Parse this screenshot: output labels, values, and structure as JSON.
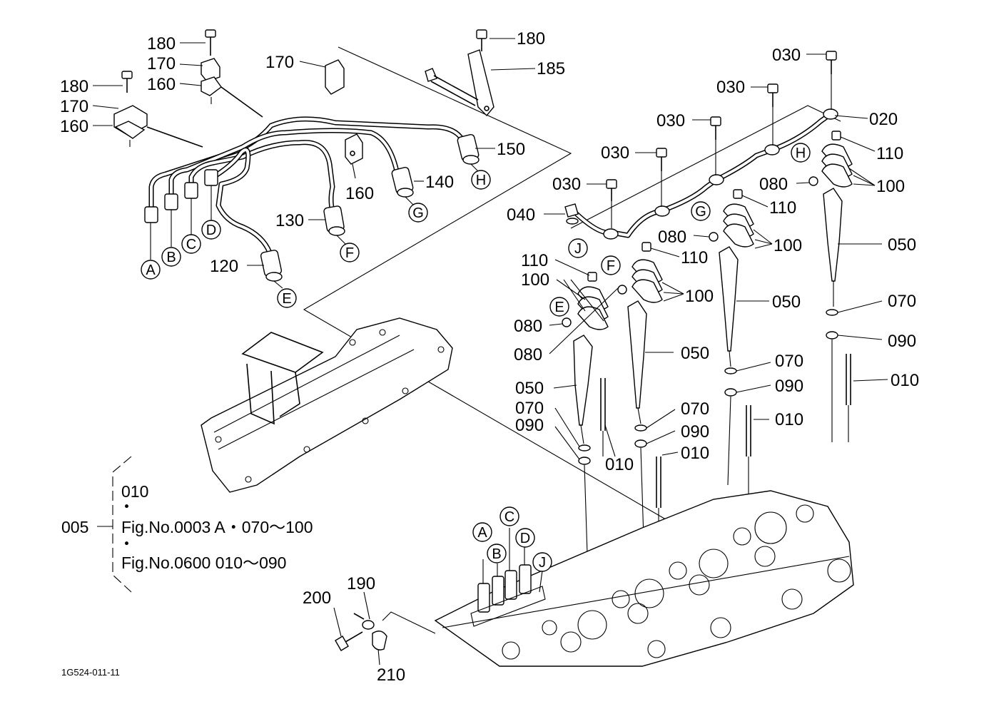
{
  "drawing_code": "1G524-011-11",
  "callouts": {
    "c180a": "180",
    "c180b": "180",
    "c180c": "180",
    "c170a": "170",
    "c170b": "170",
    "c170c": "170",
    "c160a": "160",
    "c160b": "160",
    "c160c": "160",
    "c185": "185",
    "c150": "150",
    "c140": "140",
    "c130": "130",
    "c120": "120",
    "c030a": "030",
    "c030b": "030",
    "c030c": "030",
    "c030d": "030",
    "c030e": "030",
    "c020": "020",
    "c040": "040",
    "c110a": "110",
    "c110b": "110",
    "c110c": "110",
    "c110d": "110",
    "c100a": "100",
    "c100b": "100",
    "c100c": "100",
    "c100d": "100",
    "c080a": "080",
    "c080b": "080",
    "c080c": "080",
    "c080d": "080",
    "c050a": "050",
    "c050b": "050",
    "c050c": "050",
    "c050d": "050",
    "c070a": "070",
    "c070b": "070",
    "c070c": "070",
    "c070d": "070",
    "c090a": "090",
    "c090b": "090",
    "c090c": "090",
    "c090d": "090",
    "c010a": "010",
    "c010b": "010",
    "c010c": "010",
    "c010d": "010",
    "c190": "190",
    "c200": "200",
    "c210": "210"
  },
  "letters": {
    "A": "A",
    "B": "B",
    "C": "C",
    "D": "D",
    "E": "E",
    "F": "F",
    "G": "G",
    "H": "H",
    "J": "J"
  },
  "set_note": {
    "ref": "005",
    "part": "010",
    "dot": "・",
    "line1": "Fig.No.0003  A・070～100",
    "line2": "Fig.No.0600  010～090"
  }
}
